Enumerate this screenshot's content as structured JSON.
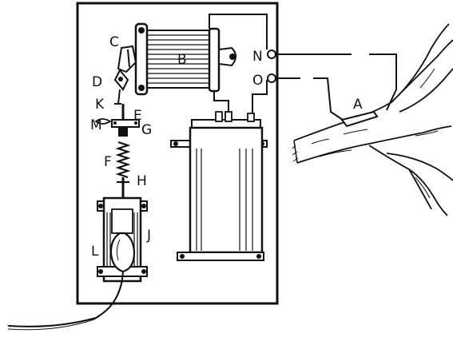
{
  "labels": {
    "a": "A",
    "b": "B",
    "c": "C",
    "d": "D",
    "e": "E",
    "f": "F",
    "g": "G",
    "h": "H",
    "j": "J",
    "k": "K",
    "l": "L",
    "m": "M",
    "n": "N",
    "o": "O"
  },
  "colors": {
    "ink": "#111111",
    "paper": "#ffffff"
  }
}
